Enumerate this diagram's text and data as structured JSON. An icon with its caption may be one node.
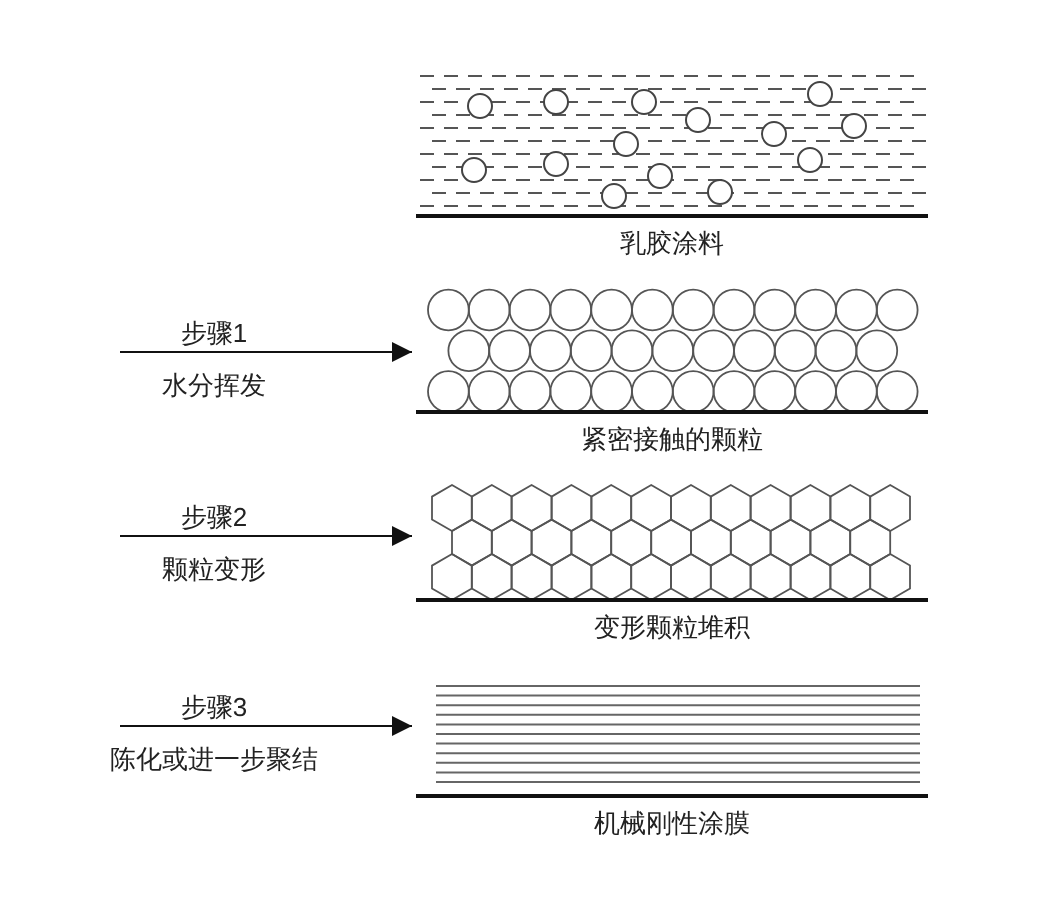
{
  "diagram": {
    "nodes": [
      {
        "text": [
          "乳胶涂料"
        ]
      },
      {
        "text": [
          "紧密接触的颗粒"
        ]
      },
      {
        "text": [
          "变形颗粒堆积"
        ]
      },
      {
        "text": [
          "机械刚性涂膜"
        ]
      }
    ],
    "edges": [
      {
        "from": null,
        "to": 1,
        "arrow": "to",
        "label": "步骤1"
      },
      {
        "from": null,
        "to": 2,
        "arrow": "to",
        "label": "步骤2"
      },
      {
        "from": null,
        "to": 3,
        "arrow": "to",
        "label": "步骤3"
      }
    ],
    "labels": [
      "水分挥发",
      "颗粒变形",
      "陈化或进一步聚结"
    ]
  }
}
